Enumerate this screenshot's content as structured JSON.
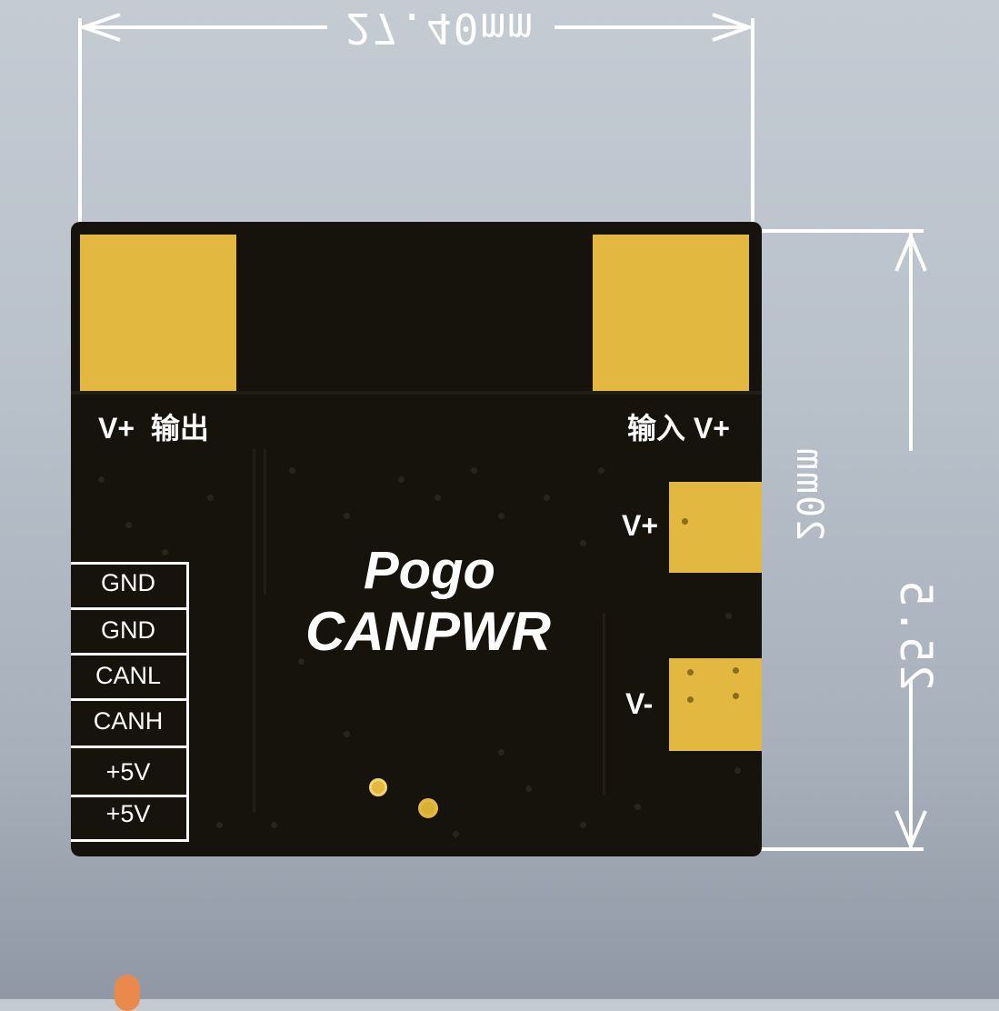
{
  "dimensions": {
    "width_label": "27.40mm",
    "height_outer_label": "25.5",
    "height_inner_label": "20mm"
  },
  "board": {
    "title_line1": "Pogo",
    "title_line2": "CANPWR",
    "output_label": "V+  输出",
    "input_label": "输入 V+",
    "side_vplus_label": "V+",
    "side_vminus_label": "V-"
  },
  "connector": {
    "pins": [
      "GND",
      "GND",
      "CANL",
      "CANH",
      "+5V",
      "+5V"
    ]
  },
  "colors": {
    "background": "#b8c0ca",
    "board": "#16130c",
    "pad_gold": "#e2b841",
    "silkscreen": "#ffffff"
  }
}
